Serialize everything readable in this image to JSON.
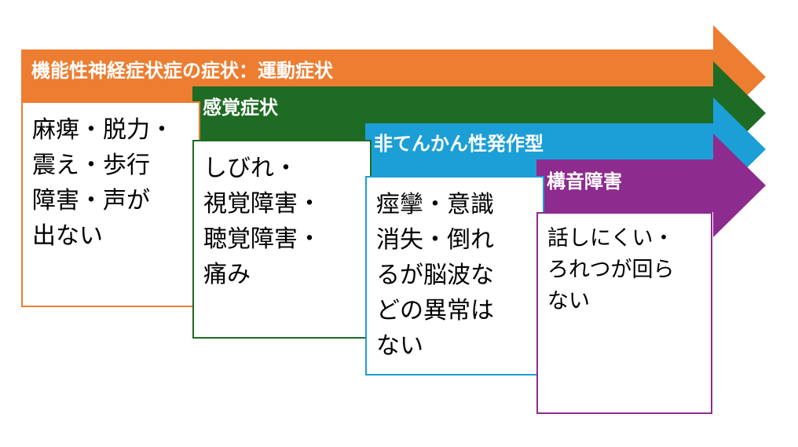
{
  "colors": {
    "motor": "#ED7D31",
    "sensory": "#1E6B23",
    "seizure": "#1C9FD6",
    "speech": "#8E2B8E"
  },
  "sections": {
    "motor": {
      "header": "機能性神経症状症の症状：運動症状",
      "lines": [
        "麻痺・脱力・",
        "震え・歩行",
        "障害・声が",
        "出ない"
      ]
    },
    "sensory": {
      "header": "感覚症状",
      "lines": [
        "しびれ・",
        "視覚障害・",
        "聴覚障害・",
        "痛み"
      ]
    },
    "seizure": {
      "header": "非てんかん性発作型",
      "lines": [
        "痙攣・意識",
        "消失・倒れ",
        "るが脳波な",
        "どの異常は",
        "ない"
      ]
    },
    "speech": {
      "header": "構音障害",
      "lines": [
        "話しにくい・",
        "ろれつが回ら",
        "ない"
      ]
    }
  }
}
